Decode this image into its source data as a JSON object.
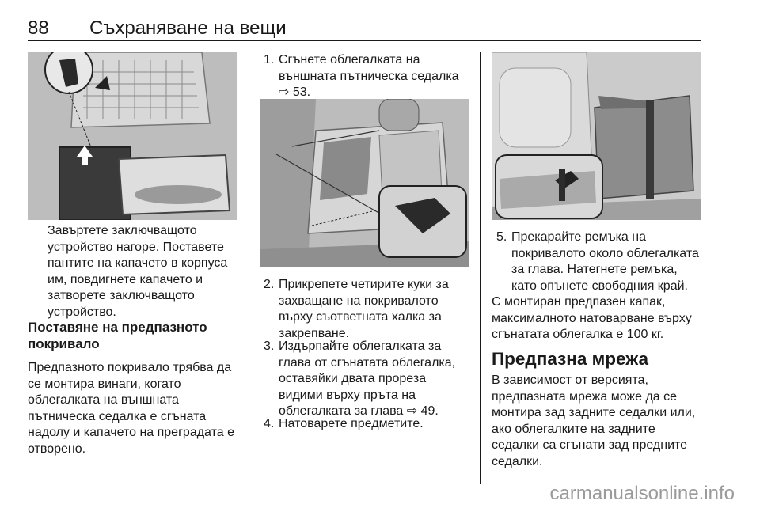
{
  "header": {
    "page_number": "88",
    "chapter_title": "Съхраняване на вещи"
  },
  "col1": {
    "caption_lines": [
      "Завъртете заключващото",
      "устройство нагоре. Поставете",
      "пантите на капачето в корпуса",
      "им, повдигнете капачето и",
      "затворете заключващото",
      "устройство."
    ],
    "heading_lines": [
      "Поставяне на предпазното",
      "покривало"
    ],
    "para_lines": [
      "Предпазното покривало трябва да",
      "се монтира винаги, когато",
      "облегалката на външната",
      "пътническа седалка е сгъната",
      "надолу и капачето на преградата е",
      "отворено."
    ]
  },
  "col2": {
    "step1": {
      "num": "1.",
      "lines": [
        "Сгънете облегалката на",
        "външната пътническа седалка",
        "⇨ 53."
      ]
    },
    "step2": {
      "num": "2.",
      "lines": [
        "Прикрепете четирите куки за",
        "захващане на покривалото",
        "върху съответната халка за",
        "закрепване."
      ]
    },
    "step3": {
      "num": "3.",
      "lines": [
        "Издърпайте облегалката за",
        "глава от сгънатата облегалка,",
        "оставяйки двата прореза",
        "видими върху пръта на",
        "облегалката за глава ⇨ 49."
      ]
    },
    "step4": {
      "num": "4.",
      "lines": [
        "Натоварете предметите."
      ]
    }
  },
  "col3": {
    "step5": {
      "num": "5.",
      "lines": [
        "Прекарайте ремъка на",
        "покривалото около облегалката",
        "за глава. Натегнете ремъка,",
        "като опънете свободния край."
      ]
    },
    "note_lines": [
      "С монтиран предпазен капак,",
      "максималното натоварване върху",
      "сгънатата облегалка е 100 кг."
    ],
    "heading": "Предпазна мрежа",
    "para_lines": [
      "В зависимост от версията,",
      "предпазната мрежа може да се",
      "монтира зад задните седалки или,",
      "ако облегалките на задните",
      "седалки са сгънати зад предните",
      "седалки."
    ]
  },
  "watermark": "carmanualsonline.info"
}
